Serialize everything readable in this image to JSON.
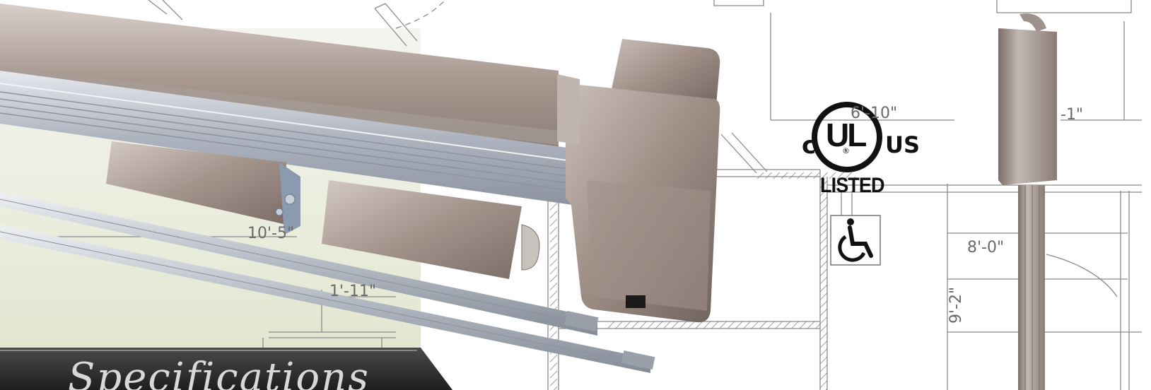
{
  "banner": {
    "heading": "Specifications",
    "dimensions": [
      "6'-10\"",
      "-1\"",
      "8'-0\"",
      "9'-2\"",
      "10'-5\"",
      "1'-11\""
    ]
  },
  "certification": {
    "ul_mark": "UL",
    "left_letter": "c",
    "right_letters": "US",
    "listed_text": "LISTED",
    "registered_symbol": "®"
  },
  "accessibility": {
    "icon": "wheelchair-icon"
  },
  "colors": {
    "metal": "#9b8c84",
    "metal_light": "#c8bdb7",
    "aluminum": "#b7bcc6",
    "banner_dark": "#2a2a2a",
    "drawing_line": "#8a8a8a"
  }
}
